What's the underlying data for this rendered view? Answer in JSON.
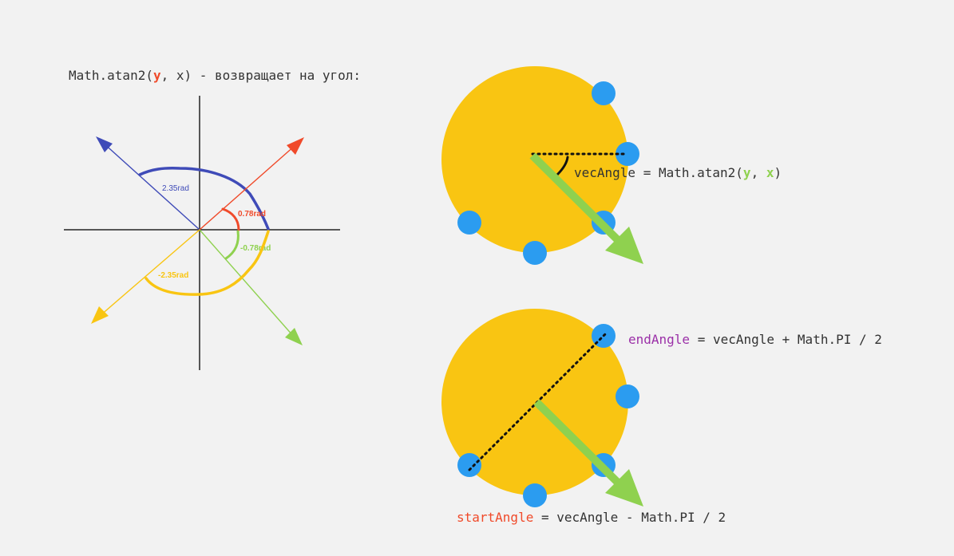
{
  "colors": {
    "background": "#f2f2f2",
    "text": "#333333",
    "axis": "#222222",
    "blue": "#3f4bb8",
    "red": "#f04a2a",
    "green": "#8fd14f",
    "yellow": "#f9c512",
    "dot": "#2b9cf0",
    "purple": "#9b30a8"
  },
  "left_panel": {
    "title_prefix": "Math.atan2(",
    "title_y": "y",
    "title_mid": ", x) - возвращает на угол:",
    "angle_labels": {
      "blue": "2.35rad",
      "red": "0.78rad",
      "green": "-0.78rad",
      "yellow": "-2.35rad"
    }
  },
  "diagram_top": {
    "label_prefix": "vecAngle = Math.atan2(",
    "label_y": "y",
    "label_sep": ", ",
    "label_x": "x",
    "label_suffix": ")"
  },
  "diagram_bottom": {
    "end_label_name": "endAngle",
    "end_label_rest": " = vecAngle + Math.PI / 2",
    "start_label_name": "startAngle",
    "start_label_rest": " = vecAngle - Math.PI / 2"
  }
}
